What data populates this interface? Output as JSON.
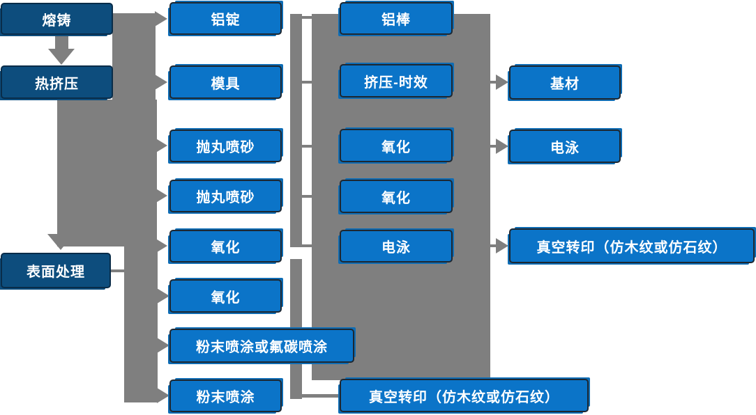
{
  "nodes": {
    "col1": {
      "melting_casting": "熔铸",
      "hot_extrusion": "热挤压",
      "surface_treatment": "表面处理"
    },
    "col2": {
      "aluminum_ingot": "铝锭",
      "mold": "模具",
      "shot_blasting_1": "抛丸喷砂",
      "shot_blasting_2": "抛丸喷砂",
      "oxidation_1": "氧化",
      "oxidation_2": "氧化",
      "powder_or_fluorocarbon_spray": "粉末喷涂或氟碳喷涂",
      "powder_spray": "粉末喷涂"
    },
    "col3": {
      "aluminum_rod": "铝棒",
      "extrusion_aging": "挤压-时效",
      "oxidation_1": "氧化",
      "oxidation_2": "氧化",
      "electrophoresis": "电泳",
      "vacuum_transfer_print": "真空转印（仿木纹或仿石纹）"
    },
    "col4": {
      "base_material": "基材",
      "electrophoresis": "电泳",
      "vacuum_transfer_print": "真空转印（仿木纹或仿石纹）"
    }
  },
  "colors": {
    "node_blue": "#0b74c8",
    "node_dark_blue": "#0d4d7d",
    "connector_gray": "#7f7f7f",
    "text_white": "#ffffff"
  }
}
